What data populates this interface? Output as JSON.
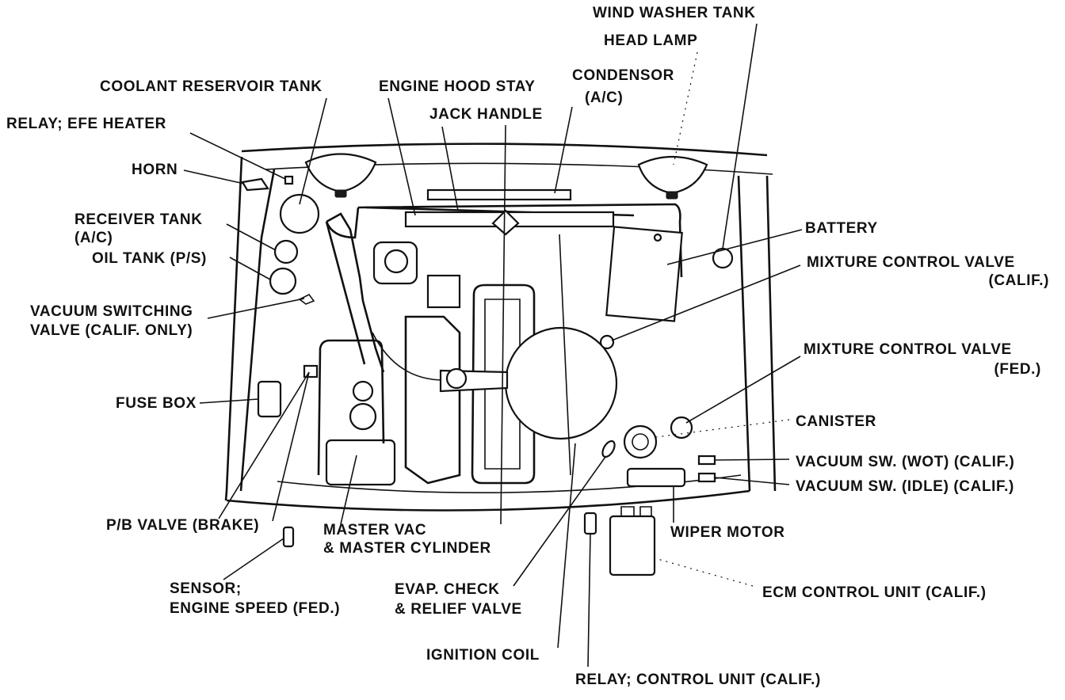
{
  "colors": {
    "ink": "#111111",
    "paper": "#ffffff"
  },
  "labels": {
    "wind_washer_tank": "WIND WASHER TANK",
    "head_lamp": "HEAD LAMP",
    "condensor_line1": "CONDENSOR",
    "condensor_line2": "(A/C)",
    "coolant_reservoir_tank": "COOLANT RESERVOIR TANK",
    "engine_hood_stay": "ENGINE HOOD STAY",
    "jack_handle": "JACK HANDLE",
    "relay_efe_heater": "RELAY; EFE HEATER",
    "horn": "HORN",
    "receiver_tank_line1": "RECEIVER TANK",
    "receiver_tank_line2": "(A/C)",
    "oil_tank": "OIL TANK (P/S)",
    "vacuum_switching_valve_line1": "VACUUM SWITCHING",
    "vacuum_switching_valve_line2": "VALVE (CALIF. ONLY)",
    "fuse_box": "FUSE BOX",
    "pb_valve": "P/B VALVE (BRAKE)",
    "sensor_line1": "SENSOR;",
    "sensor_line2": "ENGINE SPEED (FED.)",
    "master_vac_line1": "MASTER VAC",
    "master_vac_line2": "& MASTER CYLINDER",
    "evap_check_line1": "EVAP. CHECK",
    "evap_check_line2": "& RELIEF VALVE",
    "ignition_coil": "IGNITION COIL",
    "relay_control_unit": "RELAY; CONTROL UNIT (CALIF.)",
    "ecm_control_unit": "ECM CONTROL UNIT (CALIF.)",
    "wiper_motor": "WIPER MOTOR",
    "vacuum_sw_idle": "VACUUM SW. (IDLE) (CALIF.)",
    "vacuum_sw_wot": "VACUUM SW. (WOT) (CALIF.)",
    "canister": "CANISTER",
    "mixture_control_valve_fed_line1": "MIXTURE CONTROL VALVE",
    "mixture_control_valve_fed_line2": "(FED.)",
    "mixture_control_valve_calif_line1": "MIXTURE CONTROL VALVE",
    "mixture_control_valve_calif_line2": "(CALIF.)",
    "battery": "BATTERY"
  }
}
